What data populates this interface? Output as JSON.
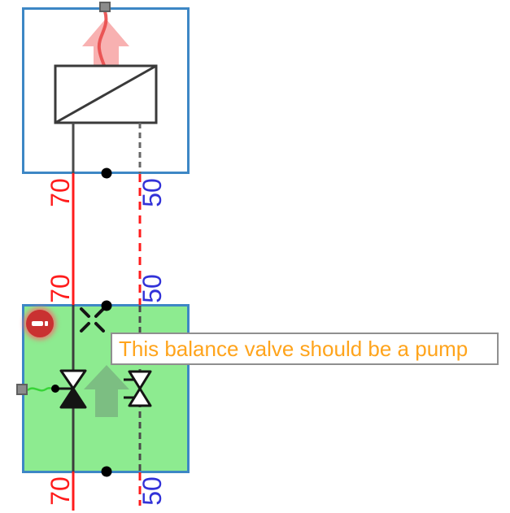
{
  "diagram": {
    "type": "hydraulic-schematic",
    "supply_temperature": "70",
    "return_temperature": "50",
    "tooltip": {
      "text": "This balance valve should be a pump",
      "text_color": "#FFA41C"
    },
    "modules": [
      {
        "id": "heat-emitter-module",
        "symbol": "heat-exchanger",
        "highlight": "none"
      },
      {
        "id": "valve-group-module",
        "symbol": "balance-valve-pair",
        "highlight": "green-selected",
        "badge": "error"
      }
    ],
    "icons": {
      "error_badge": "minus-circle-icon",
      "heat_demand": "up-arrow-icon",
      "flow_direction": "up-arrow-icon",
      "disconnect_marker": "x-mark-icon",
      "connection_handle": "square-handle-icon",
      "junction": "black-dot-icon"
    },
    "colors": {
      "supply_line": "#FF1C1C",
      "return_line": "#FF1C1C",
      "supply_label": "#FF1C1C",
      "return_label": "#3232D8",
      "module_border": "#3D87C5",
      "module_fill": "#8DEB90",
      "error_badge": "#C93131",
      "tooltip_text": "#FFA41C",
      "handle_fill": "#8C8C8C",
      "connector_wire": "#38D438",
      "heat_demand_arrow": "#F7A3A3",
      "flow_arrow": "#7CBE82"
    }
  }
}
